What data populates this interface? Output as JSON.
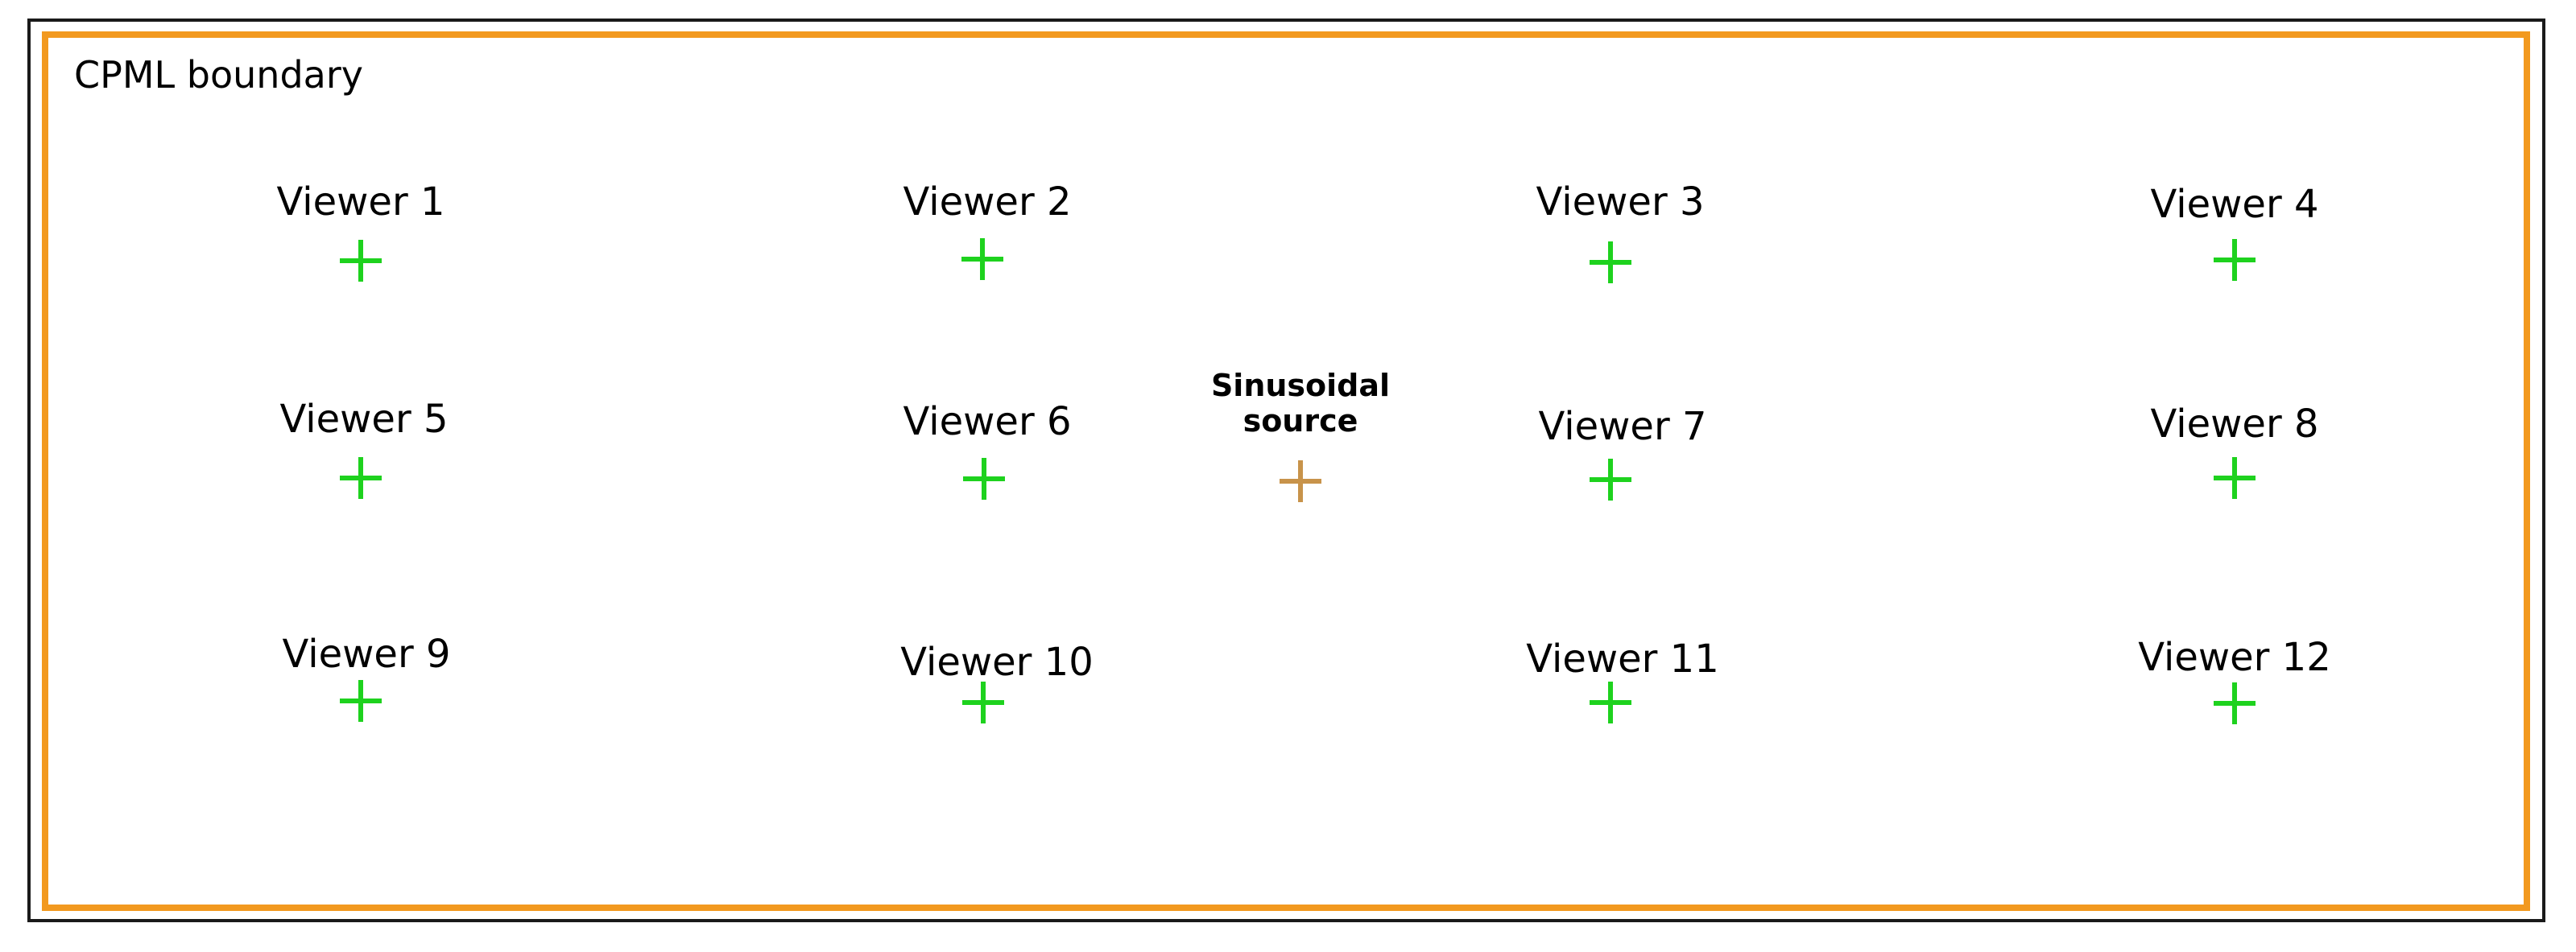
{
  "boundary": {
    "label": "CPML boundary",
    "color": "#f2991f"
  },
  "viewer_color": "#1ed21e",
  "source_color": "#c8934a",
  "source": {
    "label_line1": "Sinusoidal",
    "label_line2": "source",
    "icon": "plus-marker"
  },
  "viewers": [
    {
      "label": "Viewer 1",
      "icon": "plus-marker"
    },
    {
      "label": "Viewer 2",
      "icon": "plus-marker"
    },
    {
      "label": "Viewer 3",
      "icon": "plus-marker"
    },
    {
      "label": "Viewer 4",
      "icon": "plus-marker"
    },
    {
      "label": "Viewer 5",
      "icon": "plus-marker"
    },
    {
      "label": "Viewer 6",
      "icon": "plus-marker"
    },
    {
      "label": "Viewer 7",
      "icon": "plus-marker"
    },
    {
      "label": "Viewer 8",
      "icon": "plus-marker"
    },
    {
      "label": "Viewer 9",
      "icon": "plus-marker"
    },
    {
      "label": "Viewer 10",
      "icon": "plus-marker"
    },
    {
      "label": "Viewer 11",
      "icon": "plus-marker"
    },
    {
      "label": "Viewer 12",
      "icon": "plus-marker"
    }
  ]
}
